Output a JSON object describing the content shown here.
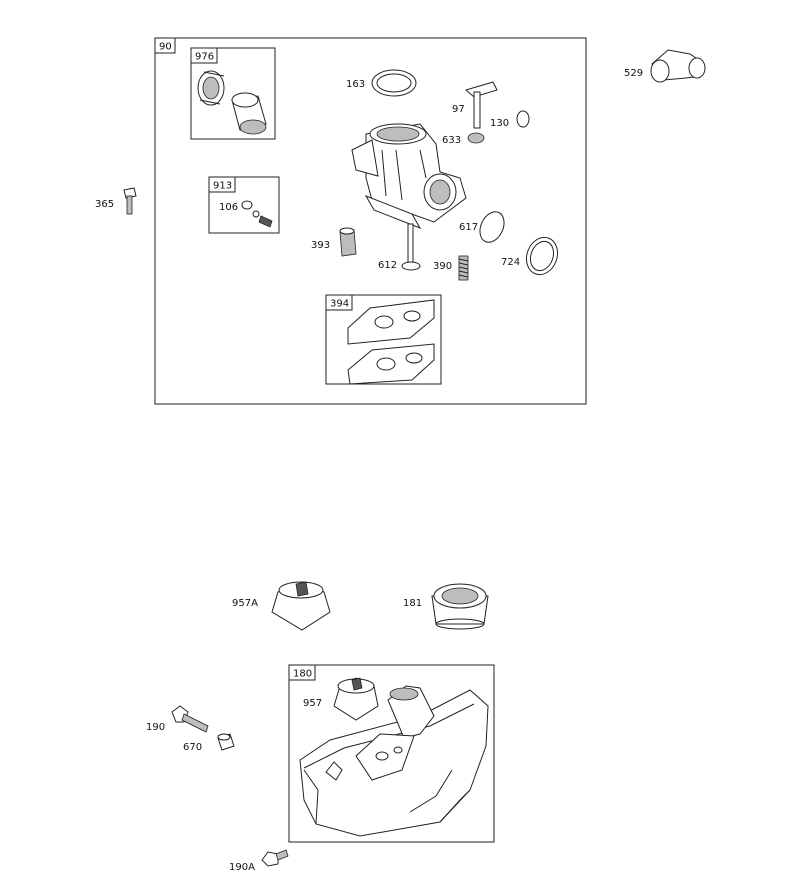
{
  "colors": {
    "line": "#222222",
    "shade": "#bdbdbd",
    "background": "#ffffff"
  },
  "groups": {
    "carburetor": "90",
    "filter_kit": "976",
    "needle_kit": "913",
    "gasket_kit": "394",
    "fuel_tank": "180"
  },
  "parts": {
    "elbow": "529",
    "screw": "365",
    "oring_top": "163",
    "choke_lever": "97",
    "washer": "130",
    "seal": "633",
    "needle": "106",
    "plug": "393",
    "pickup_tube": "612",
    "spring": "390",
    "oring_side": "617",
    "gasket_ring": "724",
    "cap_957a": "957A",
    "cap_181": "181",
    "cap_957": "957",
    "bolt": "190",
    "spacer": "670",
    "screw_190a": "190A"
  }
}
